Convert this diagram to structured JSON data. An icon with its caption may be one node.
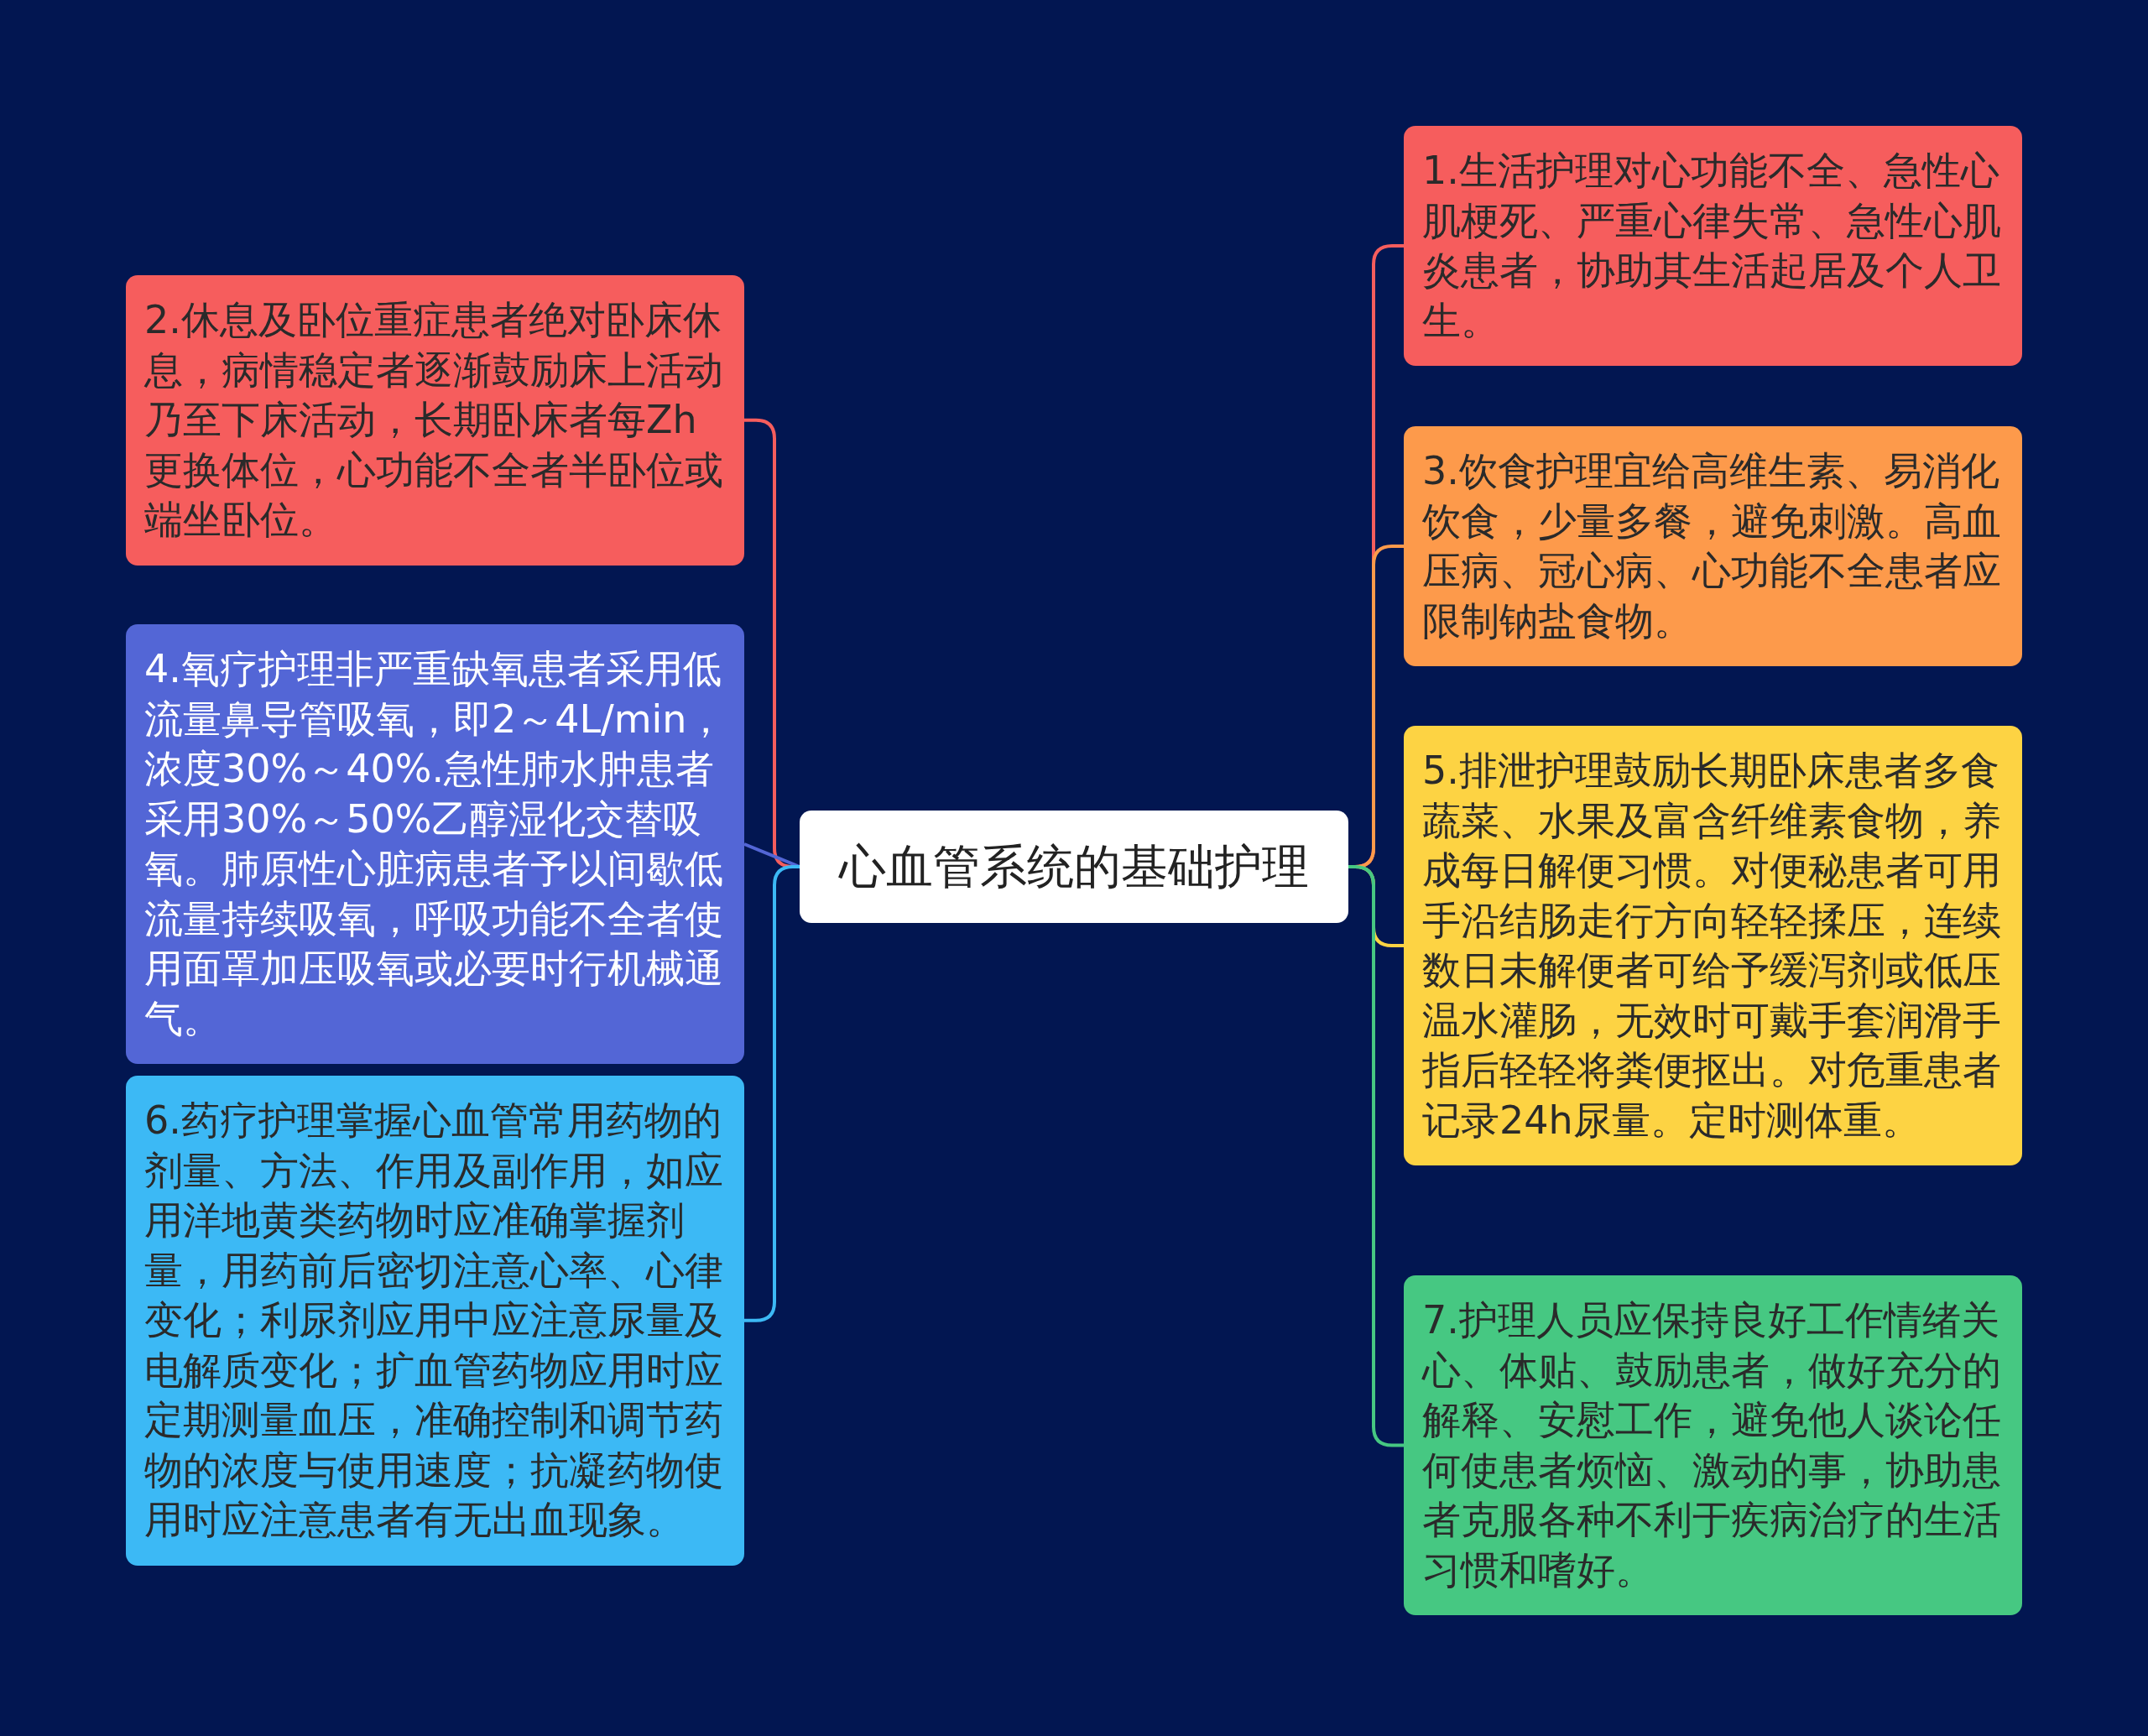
{
  "diagram": {
    "nodes": [
      {
        "text": [
          "心血管系统的基础护理"
        ]
      },
      {
        "text": [
          "1.生活护理对心功能不全、急性心肌梗死、严重心律失常、急性心肌炎患者，协助其生活起居及个人卫生。"
        ]
      },
      {
        "text": [
          "2.休息及卧位重症患者绝对卧床休息，病情稳定者逐渐鼓励床上活动乃至下床活动，长期卧床者每Zh更换体位，心功能不全者半卧位或端坐卧位。"
        ]
      },
      {
        "text": [
          "3.饮食护理宜给高维生素、易消化饮食，少量多餐，避免刺激。高血压病、冠心病、心功能不全患者应限制钠盐食物。"
        ]
      },
      {
        "text": [
          "4.氧疗护理非严重缺氧患者采用低流量鼻导管吸氧，即2～4L/min，浓度30%～40%.急性肺水肿患者采用30%～50%乙醇湿化交替吸氧。肺原性心脏病患者予以间歇低流量持续吸氧，呼吸功能不全者使用面罩加压吸氧或必要时行机械通气。"
        ]
      },
      {
        "text": [
          "5.排泄护理鼓励长期卧床患者多食蔬菜、水果及富含纤维素食物，养成每日解便习惯。对便秘患者可用手沿结肠走行方向轻轻揉压，连续数日未解便者可给予缓泻剂或低压温水灌肠，无效时可戴手套润滑手指后轻轻将粪便抠出。对危重患者记录24h尿量。定时测体重。"
        ]
      },
      {
        "text": [
          "6.药疗护理掌握心血管常用药物的剂量、方法、作用及副作用，如应用洋地黄类药物时应准确掌握剂量，用药前后密切注意心率、心律变化；利尿剂应用中应注意尿量及电解质变化；扩血管药物应用时应定期测量血压，准确控制和调节药物的浓度与使用速度；抗凝药物使用时应注意患者有无出血现象。"
        ]
      },
      {
        "text": [
          "7.护理人员应保持良好工作情绪关心、体贴、鼓励患者，做好充分的解释、安慰工作，避免他人谈论任何使患者烦恼、激动的事，协助患者克服各种不利于疾病治疗的生活习惯和嗜好。"
        ]
      }
    ],
    "edges": [
      {
        "from": 0,
        "to": 1,
        "arrow": "none",
        "color": "#f65d5d"
      },
      {
        "from": 0,
        "to": 2,
        "arrow": "none",
        "color": "#f65d5d"
      },
      {
        "from": 0,
        "to": 3,
        "arrow": "none",
        "color": "#fd9a4b"
      },
      {
        "from": 0,
        "to": 4,
        "arrow": "none",
        "color": "#5366d6"
      },
      {
        "from": 0,
        "to": 5,
        "arrow": "none",
        "color": "#fdd343"
      },
      {
        "from": 0,
        "to": 6,
        "arrow": "none",
        "color": "#3cb9f5"
      },
      {
        "from": 0,
        "to": 7,
        "arrow": "none",
        "color": "#46c882"
      }
    ]
  }
}
